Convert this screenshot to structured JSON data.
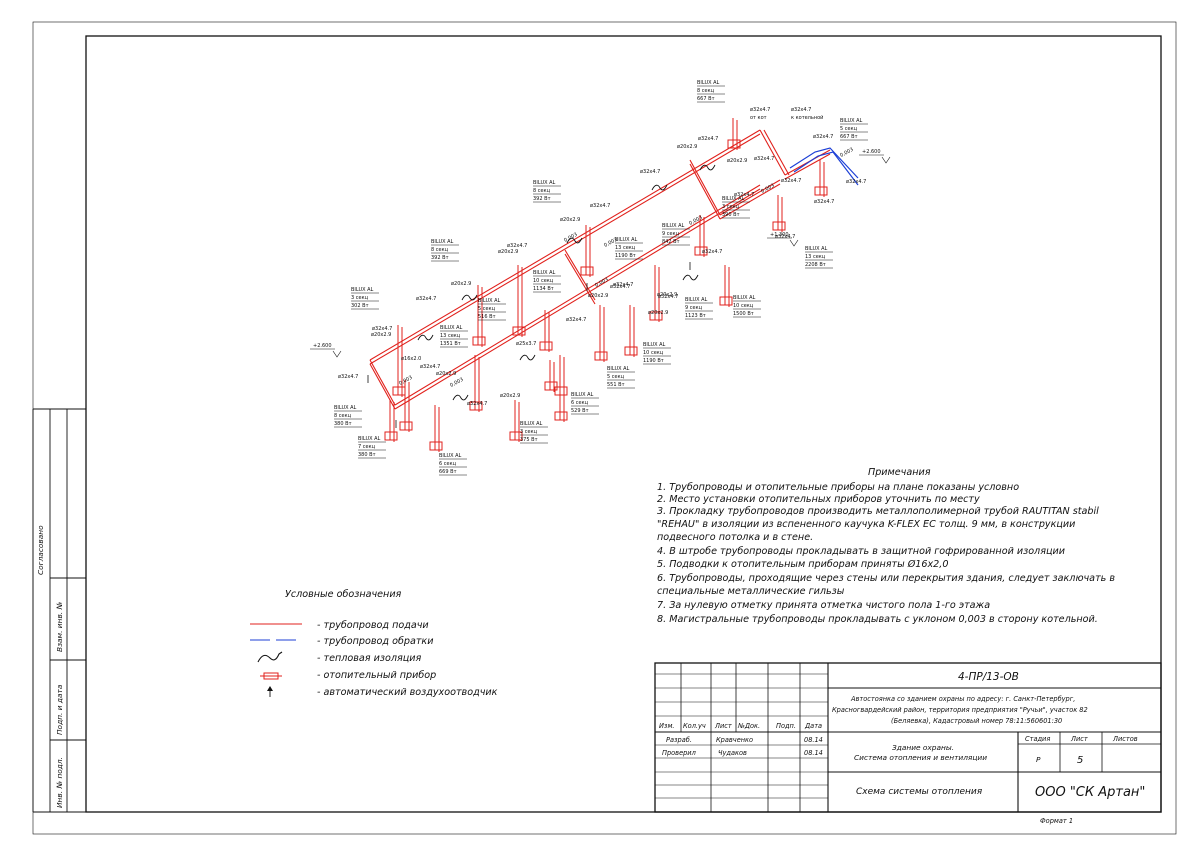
{
  "colors": {
    "supply": "#e1211c",
    "return": "#1c3fd6",
    "line": "#111111"
  },
  "diagram": {
    "elevation_labels": [
      "+2.600",
      "+2.600",
      "+1.300"
    ],
    "pipe_labels": [
      "ø32x4.7",
      "ø32x4.7",
      "ø32x4.7",
      "ø32x4.7",
      "ø32x4.7",
      "ø32x4.7",
      "ø32x4.7",
      "ø32x4.7",
      "ø32x4.7",
      "ø32x4.7",
      "ø32x4.7",
      "ø32x4.7",
      "ø32x4.7",
      "ø32x4.7",
      "ø32x4.7",
      "ø32x4.7",
      "ø32x4.7",
      "ø32x4.7",
      "ø32x4.7",
      "ø32x4.7",
      "ø32x4.7",
      "ø20x2.9",
      "ø20x2.9",
      "ø20x2.9",
      "ø20x2.9",
      "ø20x2.9",
      "ø20x2.9",
      "ø20x2.9",
      "ø20x2.9",
      "ø20x2.9",
      "ø20x2.9",
      "ø20x2.9",
      "ø16x2.0",
      "ø25x3.7"
    ],
    "boiler_labels": [
      "ø32x4.7",
      "от кот",
      "ø32x4.7",
      "к котельной"
    ],
    "slope_labels": [
      "0,003",
      "0,003",
      "0,003",
      "0,003",
      "0,003",
      "0,003",
      "0,003",
      "0,003"
    ],
    "radiators": [
      {
        "model": "BILUX AL",
        "sections": "8 секц",
        "power": "667 Вт"
      },
      {
        "model": "BILUX AL",
        "sections": "5 секц",
        "power": "667 Вт"
      },
      {
        "model": "BILUX AL",
        "sections": "8 секц",
        "power": "392 Вт"
      },
      {
        "model": "BILUX AL",
        "sections": "3 секц",
        "power": "390 Вт"
      },
      {
        "model": "BILUX AL",
        "sections": "13 секц",
        "power": "2208 Вт"
      },
      {
        "model": "BILUX AL",
        "sections": "9 секц",
        "power": "842 Вт"
      },
      {
        "model": "BILUX AL",
        "sections": "13 секц",
        "power": "1190 Вт"
      },
      {
        "model": "BILUX AL",
        "sections": "8 секц",
        "power": "392 Вт"
      },
      {
        "model": "BILUX AL",
        "sections": "10 секц",
        "power": "1134 Вт"
      },
      {
        "model": "BILUX AL",
        "sections": "3 секц",
        "power": "302 Вт"
      },
      {
        "model": "BILUX AL",
        "sections": "5 секц",
        "power": "516 Вт"
      },
      {
        "model": "BILUX AL",
        "sections": "9 секц",
        "power": "1123 Вт"
      },
      {
        "model": "BILUX AL",
        "sections": "10 секц",
        "power": "1500 Вт"
      },
      {
        "model": "BILUX AL",
        "sections": "13 секц",
        "power": "1351 Вт"
      },
      {
        "model": "BILUX AL",
        "sections": "10 секц",
        "power": "1190 Вт"
      },
      {
        "model": "BILUX AL",
        "sections": "5 секц",
        "power": "551 Вт"
      },
      {
        "model": "BILUX AL",
        "sections": "8 секц",
        "power": "380 Вт"
      },
      {
        "model": "BILUX AL",
        "sections": "7 секц",
        "power": "380 Вт"
      },
      {
        "model": "BILUX AL",
        "sections": "6 секц",
        "power": "669 Вт"
      },
      {
        "model": "BILUX AL",
        "sections": "3 секц",
        "power": "375 Вт"
      },
      {
        "model": "BILUX AL",
        "sections": "6 секц",
        "power": "529 Вт"
      }
    ]
  },
  "side_labels": {
    "agreed": "Согласовано",
    "vzam_inv": "Взам. инв. №",
    "podp_data": "Подп. и дата",
    "inv_podl": "Инв. № подл."
  },
  "notes": {
    "title": "Примечания",
    "lines": [
      "1. Трубопроводы и отопительные приборы на плане показаны условно",
      "2. Место установки отопительных приборов уточнить по месту",
      "3. Прокладку трубопроводов производить металлополимерной трубой RAUTITAN stabil",
      "\"REHAU\" в изоляции из вспененного каучука K-FLEX EC толщ. 9 мм, в конструкции",
      "подвесного потолка и в стене.",
      "4. В штробе трубопроводы прокладывать в защитной гофрированной изоляции",
      "5. Подводки к отопительным приборам приняты Ø16x2,0",
      "6. Трубопроводы, проходящие через стены или перекрытия здания, следует заключать в",
      "специальные металлические гильзы",
      "7. За нулевую отметку принята отметка чистого пола 1-го этажа",
      "8. Магистральные трубопроводы  прокладывать с уклоном 0,003 в сторону котельной."
    ]
  },
  "legend": {
    "title": "Условные обозначения",
    "items": [
      "- трубопровод подачи",
      "- трубопровод обратки",
      "- тепловая изоляция",
      "- отопительный прибор",
      "- автоматический воздухоотводчик"
    ]
  },
  "title_block": {
    "code": "4-ПР/13-ОВ",
    "address": [
      "Автостоянка со зданием охраны по адресу: г. Санкт-Петербург,",
      "Красногвардейский район, территория предприятия \"Ручьи\", участок 82",
      "(Беляевка), Кадастровый номер 78:11:560601:30"
    ],
    "col_headers": [
      "Изм.",
      "Кол.уч",
      "Лист",
      "№Док.",
      "Подп.",
      "Дата"
    ],
    "rows": [
      {
        "role": "Разраб.",
        "name": "Кравченко",
        "date": "08.14"
      },
      {
        "role": "Проверил",
        "name": "Чудаков",
        "date": "08.14"
      }
    ],
    "object": [
      "Здание охраны.",
      "Система отопления и вентиляции"
    ],
    "stage_header": "Стадия",
    "sheet_header": "Лист",
    "sheets_header": "Листов",
    "stage": "Р",
    "sheet": "5",
    "sheets": "",
    "drawing_name": "Схема системы отопления",
    "company": "ООО \"СК Артан\"",
    "format": "Формат 1"
  }
}
